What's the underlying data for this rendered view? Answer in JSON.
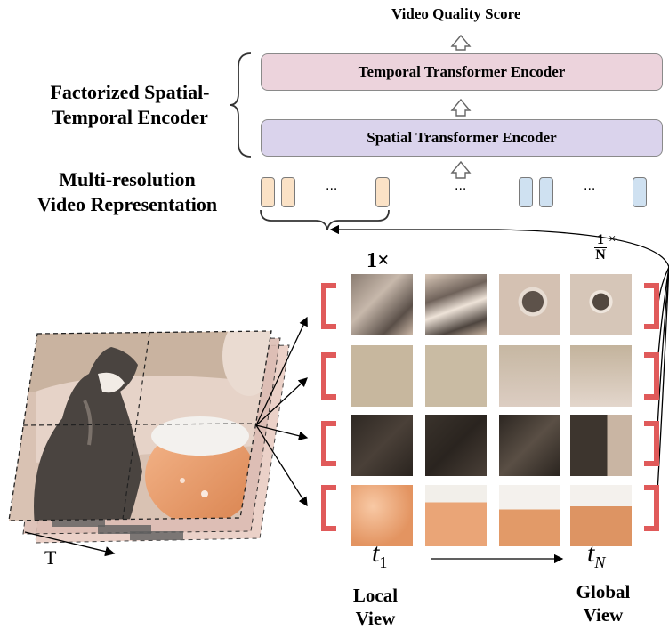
{
  "title": "Video Quality Score",
  "encoders": {
    "temporal": "Temporal Transformer Encoder",
    "spatial": "Spatial Transformer Encoder"
  },
  "labels": {
    "factorized_line1": "Factorized Spatial-",
    "factorized_line2": "Temporal Encoder",
    "multires_line1": "Multi-resolution",
    "multires_line2": "Video Representation"
  },
  "ellipsis": "...",
  "scale": {
    "left": "1×",
    "right_num": "1",
    "right_den": "N",
    "right_times": "×"
  },
  "time_axis": {
    "label": "T",
    "start_base": "t",
    "start_sub": "1",
    "end_base": "t",
    "end_sub": "N"
  },
  "views": {
    "local_line1": "Local",
    "local_line2": "View",
    "global_line1": "Global",
    "global_line2": "View"
  },
  "colors": {
    "temporal_fill": "#ecd3dc",
    "spatial_fill": "#dad3ec",
    "token_orange": "#fbe2c6",
    "token_blue": "#cfe1f1",
    "bracket_red": "#e05a5a"
  }
}
